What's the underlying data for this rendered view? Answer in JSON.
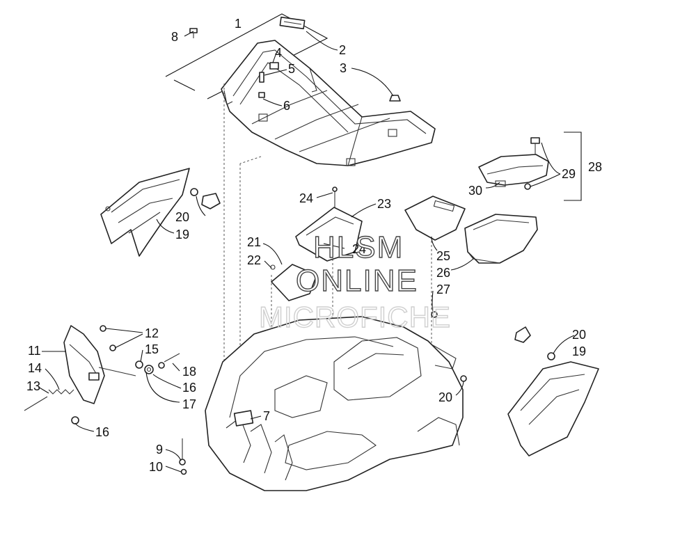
{
  "diagram": {
    "callouts": [
      "1",
      "2",
      "3",
      "4",
      "5",
      "6",
      "7",
      "8",
      "9",
      "10",
      "11",
      "12",
      "13",
      "14",
      "15",
      "16",
      "16",
      "17",
      "18",
      "19",
      "19",
      "20",
      "20",
      "20",
      "21",
      "22",
      "23",
      "24",
      "24",
      "25",
      "26",
      "27",
      "28",
      "29",
      "30"
    ]
  },
  "watermark": {
    "line1": "HLSM",
    "line2": "ONLINE",
    "line3": "MICROFICHE"
  }
}
